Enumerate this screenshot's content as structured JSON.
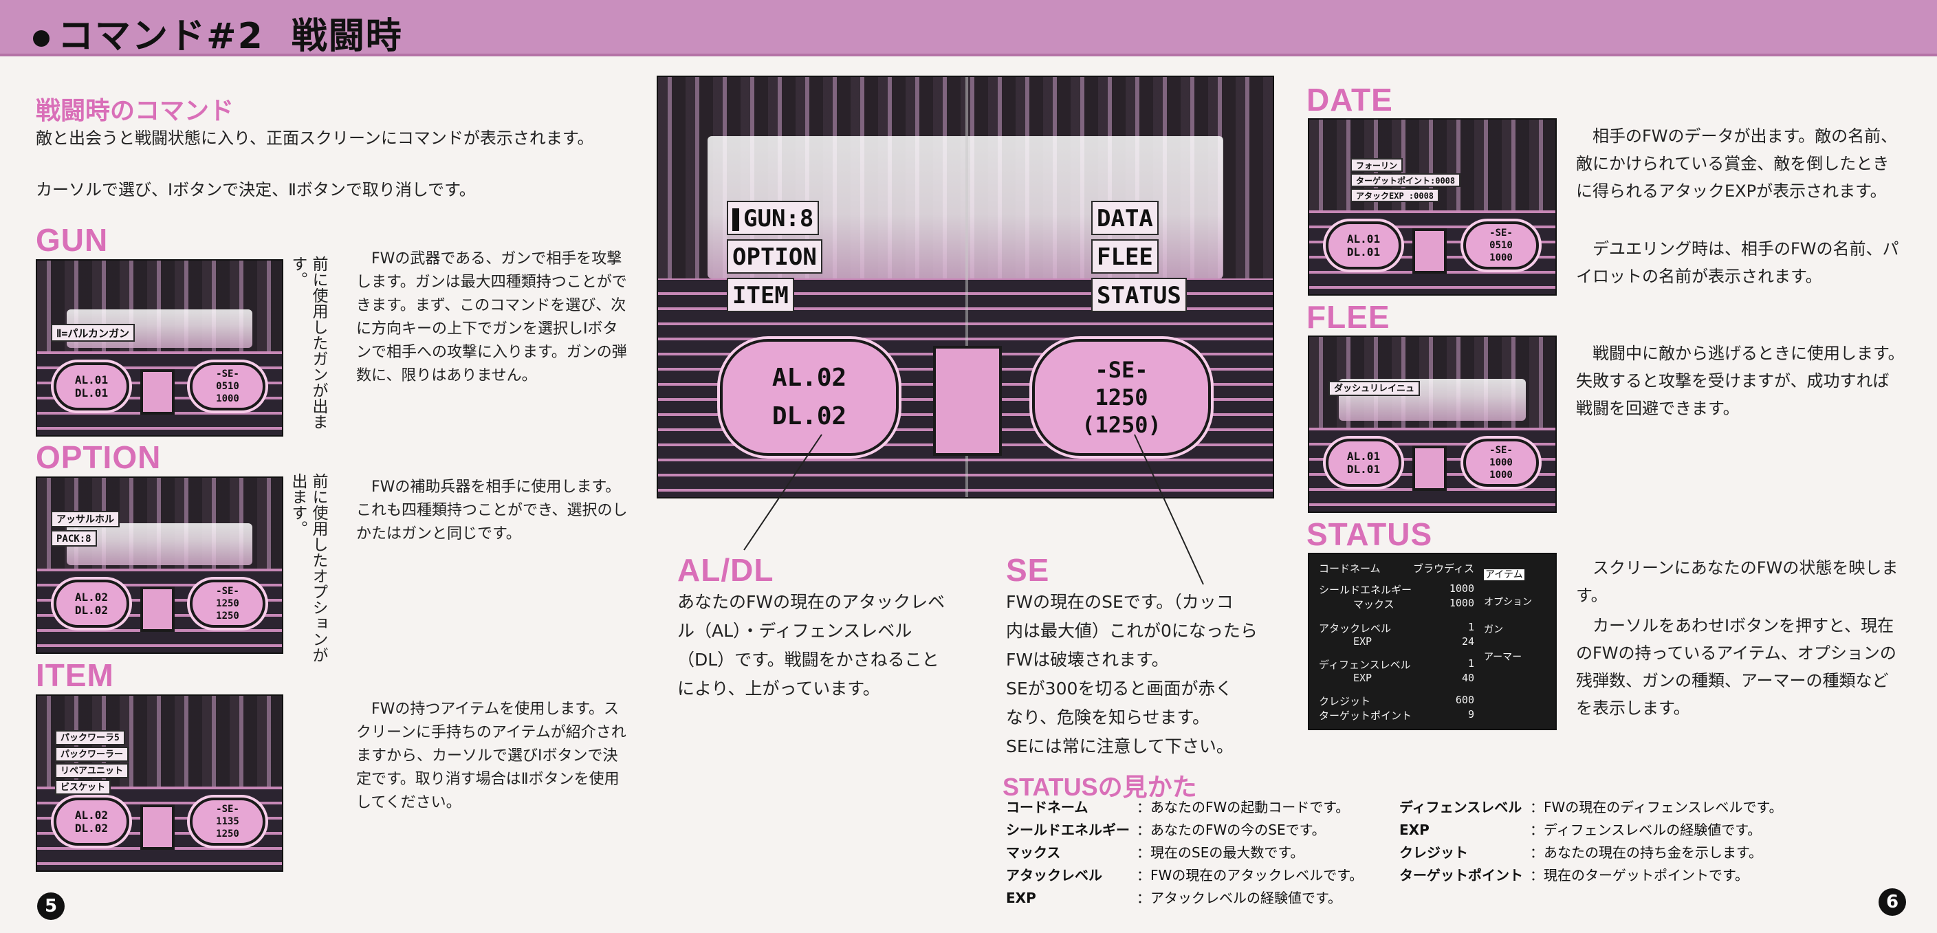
{
  "header": {
    "title": "コマンド#2",
    "subtitle": "戦闘時"
  },
  "intro": {
    "heading": "戦闘時のコマンド",
    "line1": "敵と出会うと戦闘状態に入り、正面スクリーンにコマンドが表示されます。",
    "line2": "カーソルで選び、Ⅰボタンで決定、Ⅱボタンで取り消しです。"
  },
  "gun": {
    "heading": "GUN",
    "vertical": "前に使用したガンが出ます。",
    "text": "FWの武器である、ガンで相手を攻撃します。ガンは最大四種類持つことができます。まず、このコマンドを選び、次に方向キーの上下でガンを選択しⅠボタンで相手への攻撃に入ります。ガンの弾数に、限りはありません。",
    "screen_label": "Ⅱ=パルカンガン",
    "gauge_left": [
      "AL.01",
      "DL.01"
    ],
    "gauge_right": [
      "-SE-",
      "0510",
      "1000"
    ]
  },
  "option": {
    "heading": "OPTION",
    "vertical": "前に使用したオプションが出ます。",
    "text": "FWの補助兵器を相手に使用します。これも四種類持つことができ、選択のしかたはガンと同じです。",
    "screen_labels": [
      "アッサルホル",
      "PACK:8"
    ],
    "gauge_left": [
      "AL.02",
      "DL.02"
    ],
    "gauge_right": [
      "-SE-",
      "1250",
      "1250"
    ]
  },
  "item": {
    "heading": "ITEM",
    "text": "FWの持つアイテムを使用します。スクリーンに手持ちのアイテムが紹介されますから、カーソルで選びⅠボタンで決定です。取り消す場合はⅡボタンを使用してください。",
    "screen_labels": [
      "パックワーラ5",
      "パックワーラー",
      "リペアユニット",
      "ビスケット"
    ],
    "gauge_left": [
      "AL.02",
      "DL.02"
    ],
    "gauge_right": [
      "-SE-",
      "1135",
      "1250"
    ]
  },
  "main_screen": {
    "menu_left": [
      "GUN:8",
      "OPTION",
      "ITEM"
    ],
    "menu_right": [
      "DATA",
      "FLEE",
      "STATUS"
    ],
    "gauge_left": [
      "AL.02",
      "DL.02"
    ],
    "gauge_right": [
      "-SE-",
      "1250",
      "(1250)"
    ]
  },
  "aldl": {
    "heading": "AL/DL",
    "text": "あなたのFWの現在のアタックレベル（AL）・ディフェンスレベル（DL）です。戦闘をかさねることにより、上がっています。"
  },
  "se": {
    "heading": "SE",
    "lines": [
      "FWの現在のSEです。（カッコ",
      "内は最大値）これが0になったら",
      "FWは破壊されます。",
      "SEが300を切ると画面が赤く",
      "なり、危険を知らせます。",
      "SEには常に注意して下さい。"
    ]
  },
  "date": {
    "heading": "DATE",
    "text1": "相手のFWのデータが出ます。敵の名前、敵にかけられている賞金、敵を倒したときに得られるアタックEXPが表示されます。",
    "text2": "デユエリング時は、相手のFWの名前、パイロットの名前が表示されます。",
    "screen_labels": [
      "フォーリン",
      "ターゲットポイント:0008",
      "アタックEXP :0008"
    ],
    "gauge_left": [
      "AL.01",
      "DL.01"
    ],
    "gauge_right": [
      "-SE-",
      "0510",
      "1000"
    ]
  },
  "flee": {
    "heading": "FLEE",
    "text": "戦闘中に敵から逃げるときに使用します。失敗すると攻撃を受けますが、成功すれば戦闘を回避できます。",
    "screen_label": "ダッシュリレイニュ",
    "gauge_left": [
      "AL.01",
      "DL.01"
    ],
    "gauge_right": [
      "-SE-",
      "1000",
      "1000"
    ]
  },
  "status": {
    "heading": "STATUS",
    "text1": "スクリーンにあなたのFWの状態を映します。",
    "text2": "カーソルをあわせⅠボタンを押すと、現在のFWの持っているアイテム、オプションの残弾数、ガンの種類、アーマーの種類などを表示します。",
    "panel": {
      "code_label": "コードネーム",
      "code_value": "ブラウディス",
      "rows": [
        {
          "label": "シールドエネルギー",
          "value": "1000"
        },
        {
          "label": "マックス",
          "value": "1000"
        },
        {
          "label": "アタックレベル",
          "value": "1"
        },
        {
          "label": "EXP",
          "value": "24"
        },
        {
          "label": "ディフェンスレベル",
          "value": "1"
        },
        {
          "label": "EXP",
          "value": "40"
        },
        {
          "label": "クレジット",
          "value": "600"
        },
        {
          "label": "ターゲットポイント",
          "value": "9"
        }
      ],
      "menu": [
        "アイテム",
        "オプション",
        "ガン",
        "アーマー"
      ]
    }
  },
  "status_legend": {
    "heading": "STATUSの見かた",
    "left": [
      {
        "term": "コードネーム",
        "desc": "：あなたのFWの起動コードです。"
      },
      {
        "term": "シールドエネルギー",
        "desc": "：あなたのFWの今のSEです。"
      },
      {
        "term": "マックス",
        "desc": "：現在のSEの最大数です。"
      },
      {
        "term": "アタックレベル",
        "desc": "：FWの現在のアタックレベルです。"
      },
      {
        "term": "EXP",
        "desc": "：アタックレベルの経験値です。"
      }
    ],
    "right": [
      {
        "term": "ディフェンスレベル",
        "desc": "：FWの現在のディフェンスレベルです。"
      },
      {
        "term": "EXP",
        "desc": "：ディフェンスレベルの経験値です。"
      },
      {
        "term": "クレジット",
        "desc": "：あなたの現在の持ち金を示します。"
      },
      {
        "term": "ターゲットポイント",
        "desc": "：現在のターゲットポイントです。"
      }
    ]
  },
  "page_numbers": {
    "left": "5",
    "right": "6"
  },
  "colors": {
    "accent_pink": "#d96fb8",
    "header_band": "#c98fbe"
  }
}
